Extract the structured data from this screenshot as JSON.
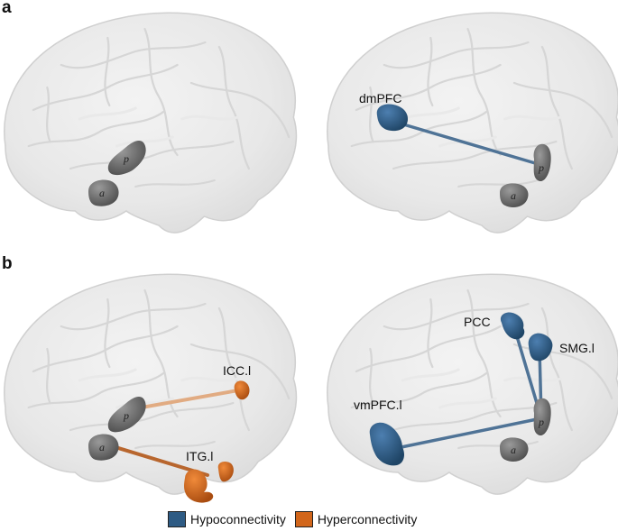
{
  "panels": {
    "a": {
      "letter": "a",
      "labels": [
        "dmPFC"
      ]
    },
    "b": {
      "letter": "b",
      "labels": [
        "ICC.l",
        "ITG.l",
        "PCC",
        "SMG.l",
        "vmPFC.l"
      ]
    }
  },
  "nodes": {
    "anterior": "a",
    "posterior": "p"
  },
  "legend": {
    "items": [
      {
        "label": "Hypoconnectivity",
        "color": "#2e5b84"
      },
      {
        "label": "Hyperconnectivity",
        "color": "#d2661b"
      }
    ]
  },
  "colors": {
    "hypo": "#2e5b84",
    "hypo_line": "#4f7396",
    "hyper": "#c8601c",
    "hyper_line_light": "#e1ab82",
    "hyper_line_dark": "#b8662e",
    "seed": "#6b6b6b",
    "brain": "#e6e6e6"
  }
}
